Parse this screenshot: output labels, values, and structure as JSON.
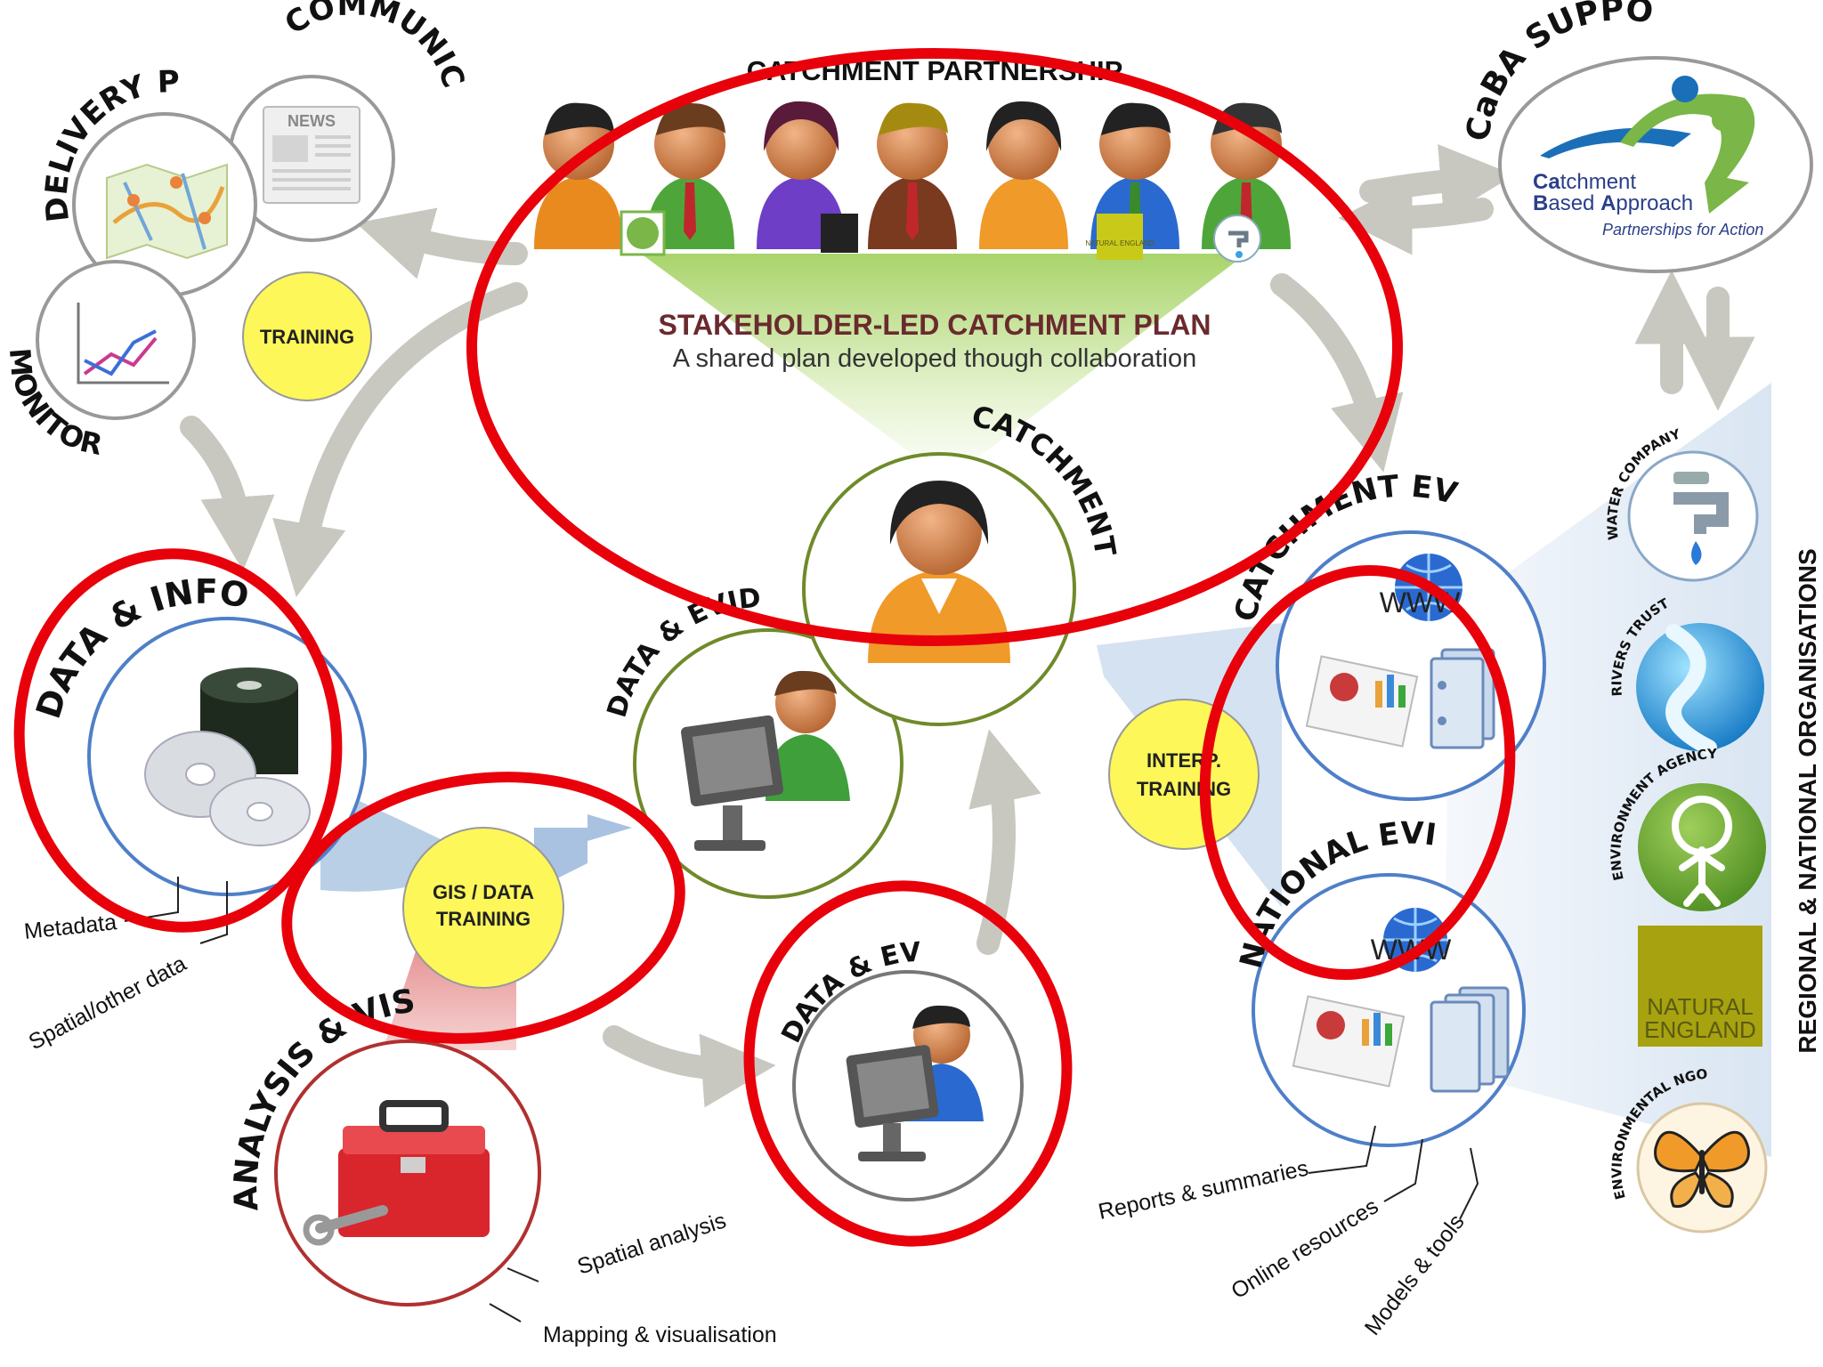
{
  "partnership": {
    "title": "CATCHMENT PARTNERSHIP",
    "plan_title": "STAKEHOLDER-LED CATCHMENT PLAN",
    "plan_subtitle": "A shared plan developed though collaboration",
    "logo_text": "NATURAL ENGLAND"
  },
  "nodes": {
    "delivery": "DELIVERY P",
    "communic": "COMMUNIC",
    "monitor": "MONITOR",
    "news_text": "NEWS",
    "data_info": "DATA & INFO",
    "data_evide": "DATA & EVIDE",
    "catchment": "CATCHMENT",
    "catchment_ev": "CATCHMENT EV",
    "national_evi": "NATIONAL  EVI",
    "data_ev": "DATA & EV",
    "analysis": "ANALYSIS & VIS",
    "caba": "CaBA SUPPO"
  },
  "training": {
    "training": "TRAINING",
    "gis_line1": "GIS / DATA",
    "gis_line2": "TRAINING",
    "interp_line1": "INTERP.",
    "interp_line2": "TRAINING"
  },
  "callouts": {
    "metadata": "Metadata",
    "spatial_other": "Spatial/other data",
    "spatial_analysis": "Spatial analysis",
    "mapping": "Mapping & visualisation",
    "reports": "Reports & summaries",
    "online": "Online resources",
    "models": "Models & tools"
  },
  "caba_logo": {
    "line1_bold": "Ca",
    "line1_rest": "tchment",
    "line2_bold1": "B",
    "line2_rest1": "ased ",
    "line2_bold2": "A",
    "line2_rest2": "pproach",
    "line3": "Partnerships for Action"
  },
  "orgs": {
    "side_label": "REGIONAL & NATIONAL ORGANISATIONS",
    "water": "WATER COMPANY",
    "rivers": "RIVERS TRUST",
    "env_agency": "ENVIRONMENT AGENCY",
    "natural_line1": "NATURAL",
    "natural_line2": "ENGLAND",
    "ngos": "ENVIRONMENTAL NGOs"
  },
  "web_label": "WWW",
  "colors": {
    "highlight": "#e8000a",
    "training_fill": "#fdf75a",
    "arrow": "#c8c8c0",
    "blue_band": "#b9cfe6",
    "red_band": "#e79a9a",
    "plan_title": "#6a2a2e",
    "caba_text": "#2a3f8a",
    "natural_england": "#a7a20f",
    "natural_england_text": "#5a5a12"
  }
}
